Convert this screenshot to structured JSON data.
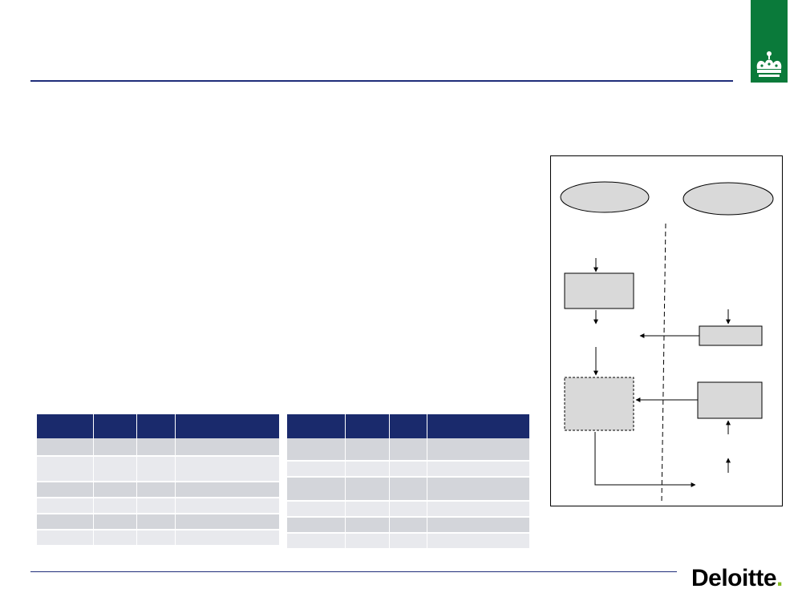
{
  "slide": {
    "accent_color": "#1f2d7a",
    "crest_color": "#0a7a3a",
    "crest_icon": "crown-icon"
  },
  "footer": {
    "logo_text": "Deloitte",
    "logo_dot": ".",
    "logo_dot_color": "#86bc25"
  },
  "table_left": {
    "header_color": "#1a2a6c",
    "rows": [
      {
        "shade": "dark",
        "height": 22
      },
      {
        "shade": "light",
        "height": 32
      },
      {
        "shade": "dark",
        "height": 20
      },
      {
        "shade": "light",
        "height": 20
      },
      {
        "shade": "dark",
        "height": 20
      },
      {
        "shade": "light",
        "height": 20
      }
    ]
  },
  "table_right": {
    "header_color": "#1a2a6c",
    "rows": [
      {
        "shade": "dark",
        "height": 28
      },
      {
        "shade": "light",
        "height": 20
      },
      {
        "shade": "dark",
        "height": 30
      },
      {
        "shade": "light",
        "height": 20
      },
      {
        "shade": "dark",
        "height": 20
      },
      {
        "shade": "light",
        "height": 20
      }
    ]
  },
  "diagram": {
    "node_fill": "#d9d9d9",
    "border_color": "#000000"
  }
}
